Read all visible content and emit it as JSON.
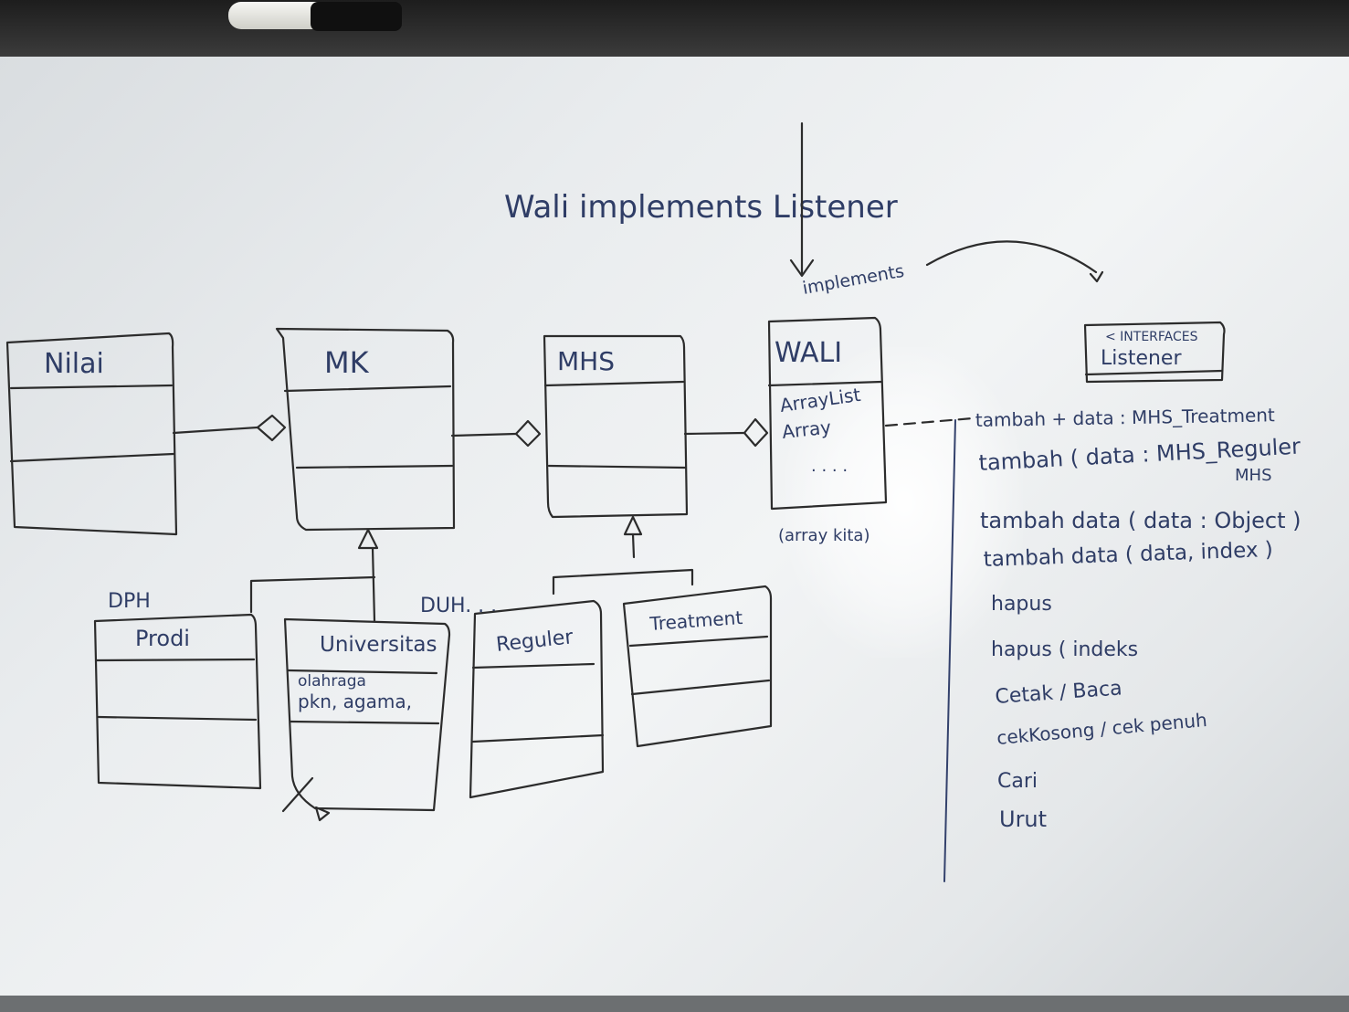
{
  "heading": "Wali implements Listener",
  "implements_label": "implements",
  "classes": {
    "nilai": "Nilai",
    "mk": "MK",
    "mhs": "MHS",
    "wali": "WALI",
    "wali_attr_1": "ArrayList",
    "wali_attr_2": "Array",
    "wali_dots": ". . . .",
    "wali_note": "(array kita)",
    "prodi": "Prodi",
    "universitas": "Universitas",
    "universitas_attr_1": "olahraga",
    "universitas_attr_2": "pkn, agama,",
    "reguler": "Reguler",
    "treatment": "Treatment",
    "listener_stereotype": "< INTERFACES",
    "listener_name": "Listener"
  },
  "labels": {
    "dph": "DPH",
    "duh": "DUH. . ."
  },
  "methods": [
    "tambah + data : MHS_Treatment",
    "tambah ( data : MHS_Reguler",
    "MHS",
    "tambah data ( data : Object )",
    "tambah data ( data, index )",
    "hapus",
    "hapus ( indeks",
    "Cetak / Baca",
    "cekKosong / cek penuh",
    "Cari",
    "Urut"
  ],
  "colors": {
    "ink_black": "#2c2c2c",
    "ink_blue": "#2f3d66",
    "board": "#eceff1"
  }
}
